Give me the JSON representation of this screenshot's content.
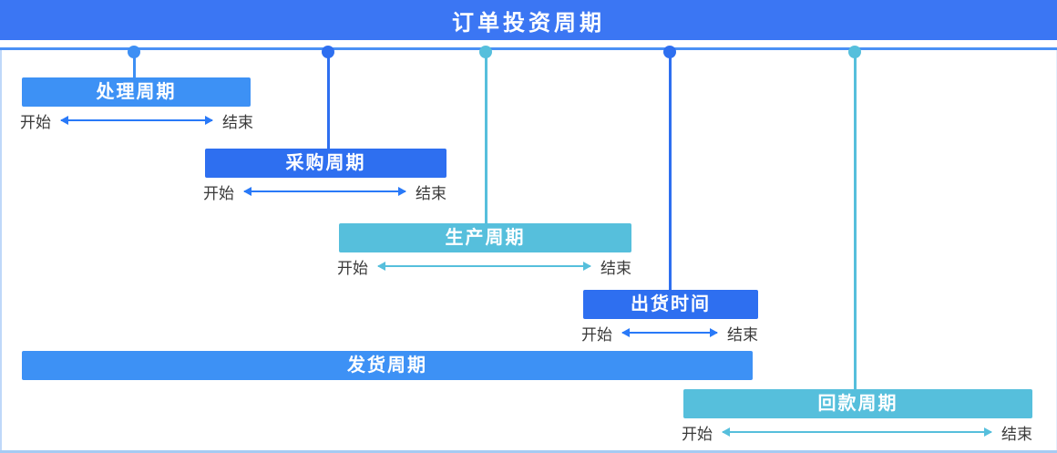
{
  "header": {
    "title": "订单投资周期"
  },
  "labels": {
    "start": "开始",
    "end": "结束"
  },
  "phases": [
    {
      "label": "处理周期",
      "color": "#3D91F5",
      "has_range_labels": true
    },
    {
      "label": "采购周期",
      "color": "#2E6FF0",
      "has_range_labels": true
    },
    {
      "label": "生产周期",
      "color": "#56BFDC",
      "has_range_labels": true
    },
    {
      "label": "出货时间",
      "color": "#2E6FF0",
      "has_range_labels": true
    },
    {
      "label": "发货周期",
      "color": "#3D91F5",
      "has_range_labels": false
    },
    {
      "label": "回款周期",
      "color": "#56BFDC",
      "has_range_labels": true
    }
  ],
  "colors": {
    "header_bg": "#3B76F3",
    "timeline_axis": "#4A90F5",
    "dot_blue_light": "#3D8FF4",
    "dot_blue_royal": "#2E6FF0",
    "dot_teal": "#56BFDC",
    "arrow_blue": "#2979F8",
    "arrow_teal": "#56BFDC",
    "range_text": "#3A3A3A",
    "border_light": "#BFD8F9"
  }
}
